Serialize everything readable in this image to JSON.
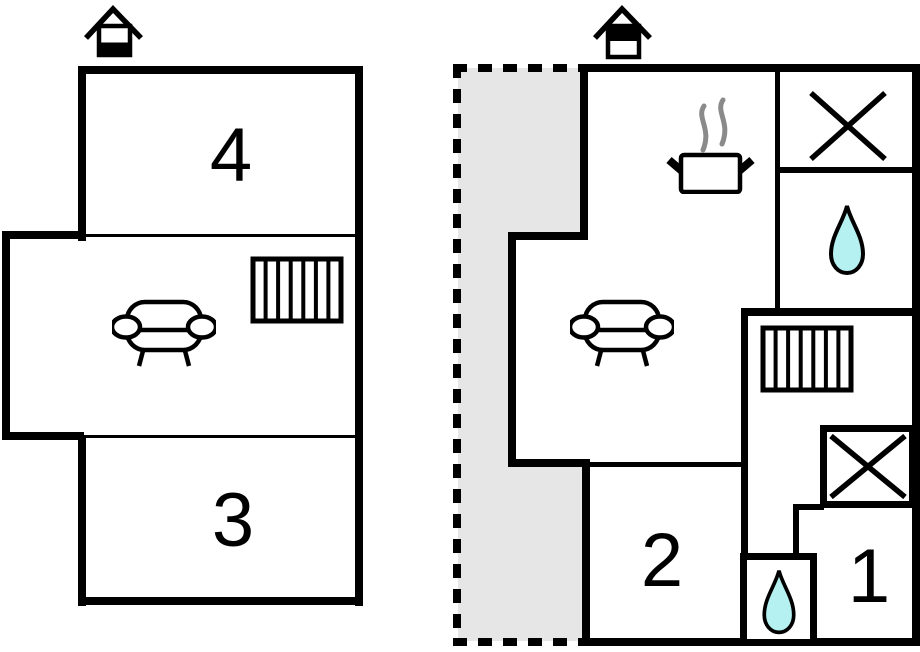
{
  "diagram": {
    "type": "floor-plan",
    "colors": {
      "wall": "#000000",
      "background": "#ffffff",
      "terrace_fill": "#e6e6e6",
      "water_drop_fill": "#b5f1f1",
      "steam_gray": "#8a8a8a"
    },
    "left_unit": {
      "rooms": [
        {
          "label": "4"
        },
        {
          "label": "3"
        }
      ],
      "icons": [
        "chimney-icon",
        "radiator-icon",
        "sofa-icon"
      ]
    },
    "right_unit": {
      "rooms": [
        {
          "label": "2"
        },
        {
          "label": "1"
        }
      ],
      "terrace": {
        "style": "dashed-gray-area"
      },
      "icons": [
        "chimney-icon",
        "steam-pot-icon",
        "window-cross-icon",
        "water-drop-icon",
        "radiator-icon",
        "sofa-icon",
        "window-cross-icon",
        "water-drop-icon"
      ]
    }
  }
}
